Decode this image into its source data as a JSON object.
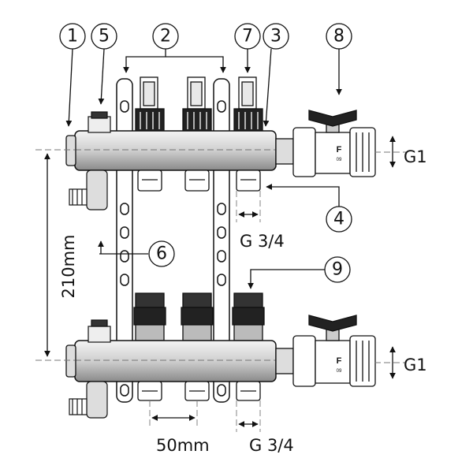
{
  "callouts": {
    "c1": "1",
    "c2": "2",
    "c3": "3",
    "c4": "4",
    "c5": "5",
    "c6": "6",
    "c7": "7",
    "c8": "8",
    "c9": "9"
  },
  "dimensions": {
    "height": "210mm",
    "spacing": "50mm",
    "outlet_thread_top": "G 3/4",
    "outlet_thread_bottom": "G 3/4",
    "inlet_thread_top": "G1",
    "inlet_thread_bottom": "G1"
  },
  "valve_marks": {
    "top_letter": "F",
    "top_number": "09",
    "bottom_letter": "F",
    "bottom_number": "09"
  }
}
